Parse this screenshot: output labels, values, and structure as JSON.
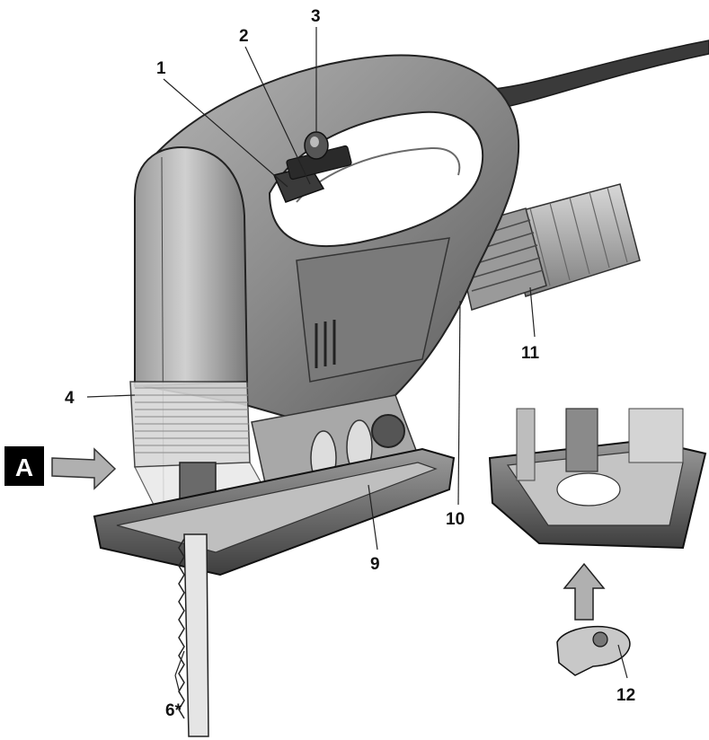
{
  "figure_badge": "A",
  "callouts": {
    "c1": "1",
    "c2": "2",
    "c3": "3",
    "c4": "4",
    "c6": "6*",
    "c9": "9",
    "c10": "10",
    "c11": "11",
    "c12": "12"
  },
  "colors": {
    "ink": "#111111",
    "body_gray": "#8c8c8c",
    "dark_gray": "#4a4a4a",
    "light_gray": "#c8c8c8",
    "arrow_fill": "#b0b0b0"
  }
}
